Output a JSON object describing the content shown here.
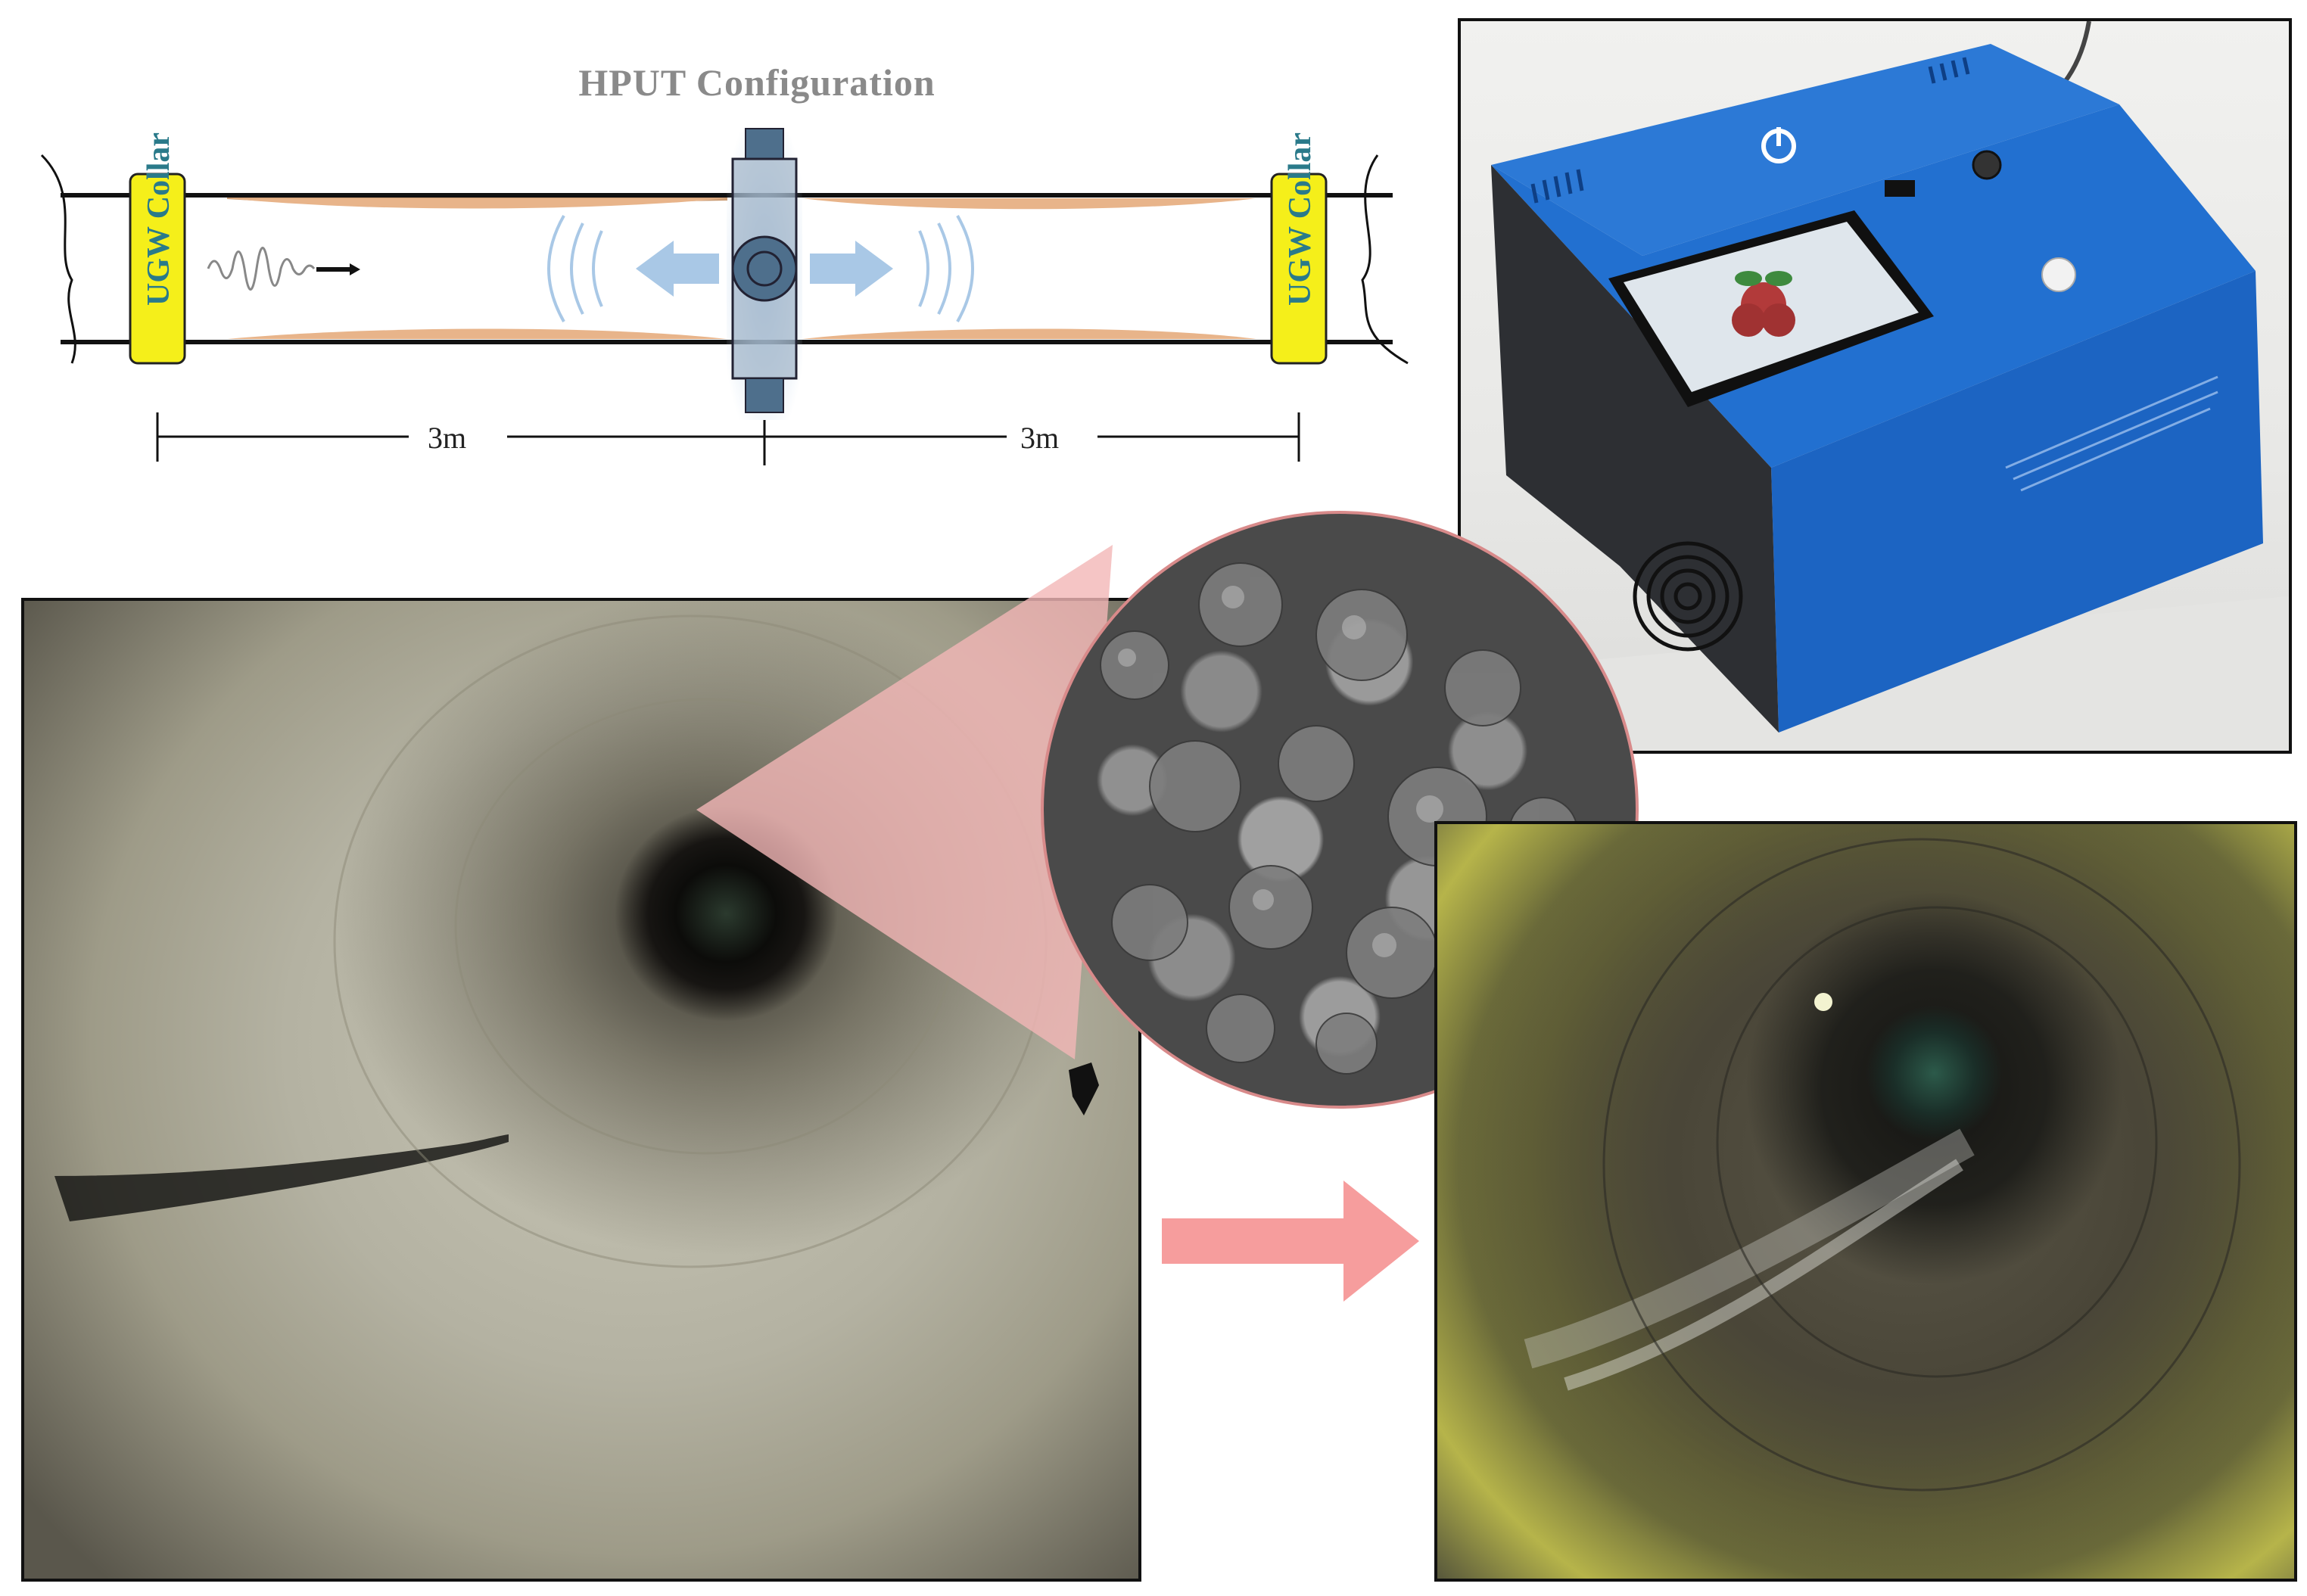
{
  "diagram": {
    "title": "HPUT Configuration",
    "collar_left_label": "UGW Collar",
    "collar_right_label": "UGW Collar",
    "dim_left": "3m",
    "dim_right": "3m"
  },
  "colors": {
    "pipe_line": "#111111",
    "deposit": "#e8b48a",
    "collar_fill": "#f5ef1a",
    "collar_text": "#2a7a8a",
    "transducer": "#4e6f8c",
    "transducer_glow": "#bcd3ea",
    "wave_arrow": "#a9c8e6",
    "device_blue": "#1f6fd1",
    "zoom_cone": "#f2b7b7",
    "flow_arrow": "#f58c8c"
  },
  "icons": {
    "device_power": "power-icon",
    "screen_logo": "raspberry-logo-icon"
  }
}
